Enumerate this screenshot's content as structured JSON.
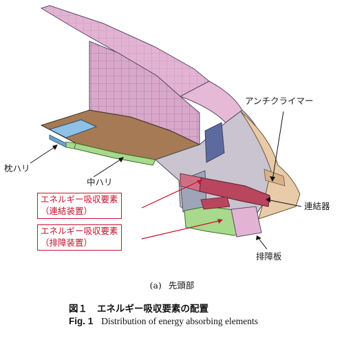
{
  "labels": {
    "anti_climber": "アンチクライマー",
    "bolster_beam": "枕ハリ",
    "center_sill": "中ハリ",
    "coupler": "連結器",
    "obstacle_deflector": "排障板"
  },
  "energy_elements": {
    "coupling_line1": "エネルギー吸収要素",
    "coupling_line2": "（連結装置）",
    "deflector_line1": "エネルギー吸収要素",
    "deflector_line2": "（排障装置）"
  },
  "sub_caption": {
    "letter": "(a)",
    "text": "先頭部"
  },
  "caption": {
    "ja_number": "図１",
    "ja_text": "エネルギー吸収要素の配置",
    "en_number": "Fig. 1",
    "en_text": "Distribution of energy absorbing elements"
  },
  "colors": {
    "highlight_red": "#c8102e",
    "roof_pink": "#e3b3d3",
    "floor_brown": "#a57a55",
    "beam_blue": "#8fc1e6",
    "beam_green": "#a8d98c",
    "nose_beige": "#e8cba8",
    "structure_gray": "#a9a9b6"
  }
}
